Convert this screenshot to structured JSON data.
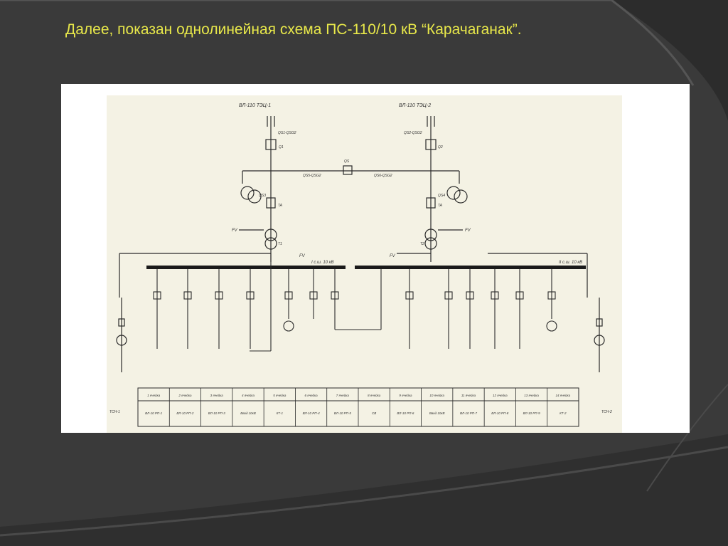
{
  "slide": {
    "title": "Далее, показан однолинейная схема ПС-110/10 кВ “Карачаганак”."
  },
  "colors": {
    "background": "#3a3a3a",
    "title": "#e8e84a",
    "frame": "#ffffff",
    "diagram_paper": "#f4f2e4",
    "ink": "#2a2a2a"
  },
  "diagram": {
    "incoming_lines": [
      "ВЛ-110 ТЭЦ-1",
      "ВЛ-110 ТЭЦ-2"
    ],
    "bus_sections": [
      "I с.ш. 10 кВ",
      "II с.ш. 10 кВ"
    ],
    "labels": {
      "qs1": "QS1-QSG2",
      "qs2": "QS2-QSG2",
      "q1": "Q1",
      "q2": "Q2",
      "qs3": "QS3",
      "qs4": "QS4",
      "qs5": "QS5-QSG2",
      "qs6": "QS6-QSG2",
      "t1": "T1",
      "t2": "T2",
      "ta1": "TA",
      "ta2": "TA",
      "fv1": "FV",
      "fv2": "FV",
      "fv3": "FV",
      "fv4": "FV",
      "qs_sect": "QS"
    },
    "table": {
      "header": [
        "1 ячейка",
        "2 ячейка",
        "3 ячейка",
        "4 ячейка",
        "5 ячейка",
        "6 ячейка",
        "7 ячейка",
        "8 ячейка",
        "9 ячейка",
        "10 ячейка",
        "11 ячейка",
        "12 ячейка",
        "13 ячейка",
        "14 ячейка"
      ],
      "row": [
        "ВЛ-10 РП-1",
        "ВЛ-10 РП-2",
        "ВЛ-10 РП-3",
        "Ввод 10кВ",
        "КТ-1",
        "ВЛ-10 РП-4",
        "ВЛ-10 РП-5",
        "СВ",
        "ВЛ-10 РП-6",
        "Ввод 10кВ",
        "ВЛ-10 РП-7",
        "ВЛ-10 РП-8",
        "ВЛ-10 РП-9",
        "КТ-2"
      ],
      "left_note": "ТСН-1",
      "right_note": "ТСН-2"
    }
  }
}
